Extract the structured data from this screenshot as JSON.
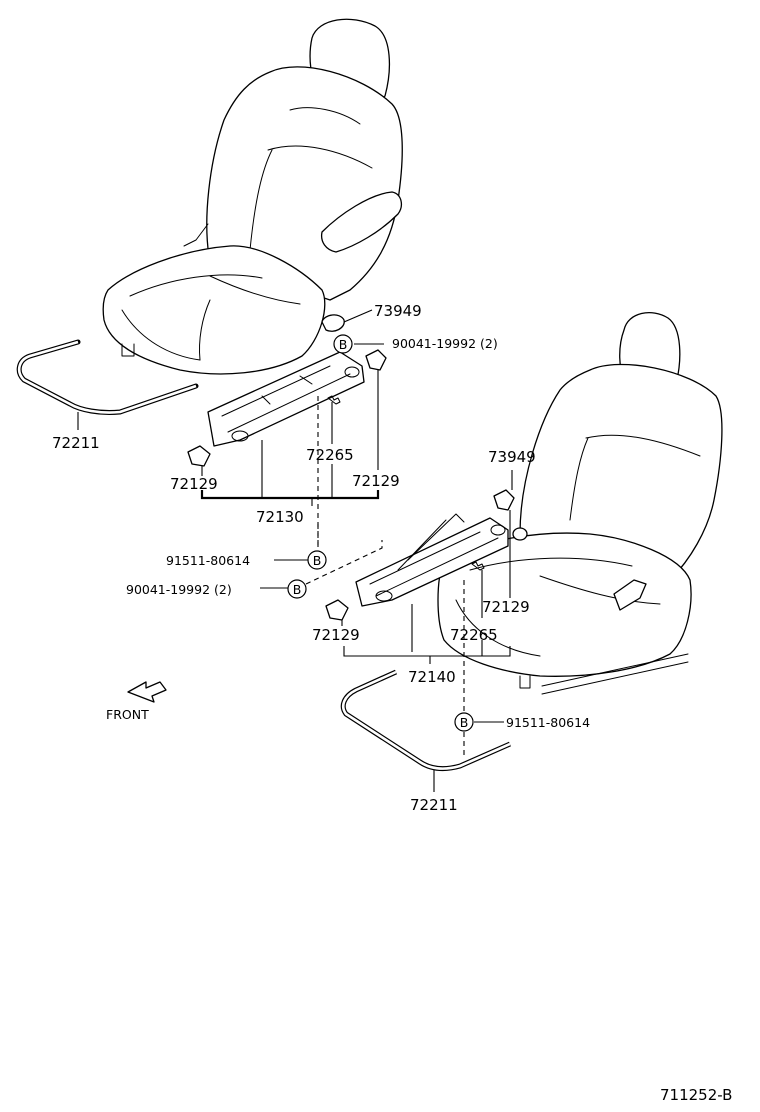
{
  "drawing_id": "711252-B",
  "front_label": "FRONT",
  "bolt_symbol": "B",
  "callouts": {
    "clip_upper": "73949",
    "bolt_upper": "90041-19992 (2)",
    "bar_upper": "72211",
    "stopper_upper_left": "72129",
    "spring_upper": "72265",
    "stopper_upper_right": "72129",
    "adjuster_upper": "72130",
    "bolt_mid": "91511-80614",
    "bolt_mid2": "90041-19992 (2)",
    "clip_lower": "73949",
    "stopper_lower_right": "72129",
    "spring_lower": "72265",
    "stopper_lower_left": "72129",
    "adjuster_lower": "72140",
    "bolt_lower": "91511-80614",
    "bar_lower": "72211"
  }
}
